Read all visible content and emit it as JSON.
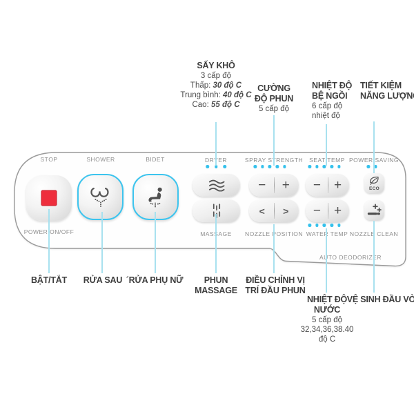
{
  "panel": {
    "labels": {
      "stop": "STOP",
      "shower": "SHOWER",
      "bidet": "BIDET",
      "dryer": "DRYER",
      "spray_strength": "SPRAY STRENGTH",
      "seat_temp": "SEAT TEMP",
      "power_saving": "POWER SAVING",
      "power_on_off": "POWER ON/OFF",
      "massage": "MASSAGE",
      "nozzle_position": "NOZZLE POSITION",
      "water_temp": "WATER TEMP",
      "nozzle_clean": "NOZZLE CLEAN",
      "auto_deodorizer": "AUTO DEODORIZER"
    },
    "buttons": {
      "minus": "−",
      "plus": "+",
      "nozzle_back": "<",
      "nozzle_forward": ">",
      "eco_label": "ECO"
    },
    "dots": {
      "dryer": 3,
      "spray_strength": 5,
      "seat_temp": 5,
      "water_temp": 5,
      "power_saving": 2
    }
  },
  "annotations": {
    "top": {
      "dryer": {
        "title": "SẤY KHÔ",
        "sub": "3 cấp độ",
        "levels": [
          {
            "label": "Thấp: ",
            "value": "30 độ C"
          },
          {
            "label": "Trung bình: ",
            "value": "40 độ C"
          },
          {
            "label": "Cao: ",
            "value": "55 độ C"
          }
        ]
      },
      "spray": {
        "title_line1": "CƯỜNG",
        "title_line2": "ĐỘ PHUN",
        "sub": "5 cấp độ"
      },
      "seat": {
        "title_line1": "NHIỆT ĐỘ",
        "title_line2": "BỆ NGỒI",
        "sub_line1": "6 cấp độ",
        "sub_line2": "nhiệt độ"
      },
      "power_saving": {
        "title_line1": "TIẾT KIỆM",
        "title_line2": "NĂNG LƯỢNG"
      }
    },
    "bottom": {
      "power": "BẬT/TẮT",
      "shower": "RỬA SAU",
      "bidet": "´RỬA PHỤ NỮ",
      "massage_line1": "PHUN",
      "massage_line2": "MASSAGE",
      "nozzle_line1": "ĐIỀU CHỈNH VỊ",
      "nozzle_line2": "TRÍ ĐẦU PHUN",
      "water": {
        "title_line1": "NHIỆT ĐỘ",
        "title_line2": "NƯỚC",
        "sub_line1": "5 cấp độ",
        "sub_line2": "32,34,36,38.40",
        "sub_line3": "độ C"
      },
      "nozzle_clean": "VỆ SINH ĐẦU VÒI"
    }
  },
  "colors": {
    "accent": "#3cc4ee",
    "callout_line": "#a8e1ef",
    "dot": "#35c1ec",
    "stop_red": "#ee2e3d"
  }
}
